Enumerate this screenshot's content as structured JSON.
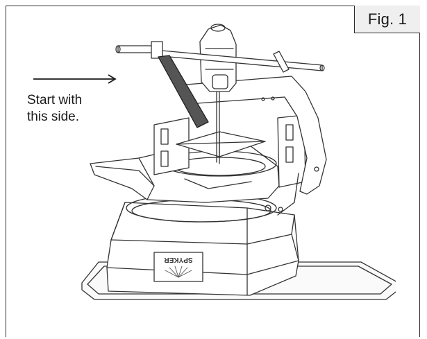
{
  "figure": {
    "label": "Fig. 1",
    "caption_line1": "Start with",
    "caption_line2": "this side.",
    "arrow_direction": "right",
    "brand_text": "SPYKER",
    "colors": {
      "line": "#333333",
      "label_bg": "#efefef",
      "frame": "#2b2b2b"
    }
  }
}
